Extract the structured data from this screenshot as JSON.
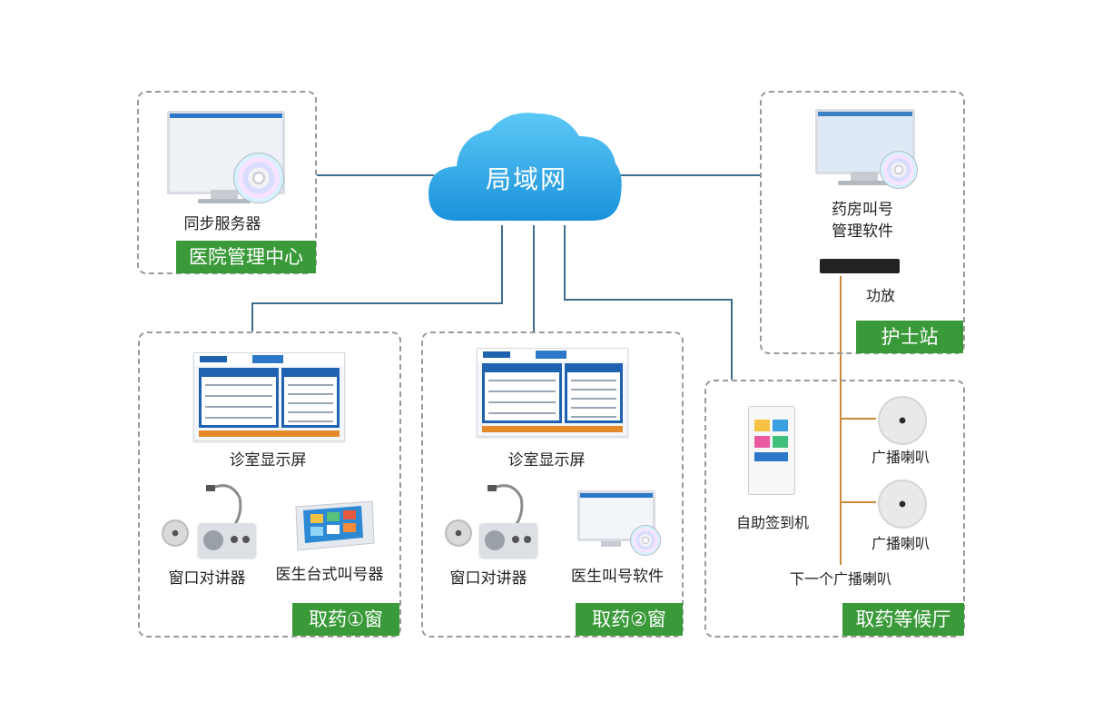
{
  "cloud": {
    "label": "局域网"
  },
  "zones": {
    "hospital_center": {
      "label": "医院管理中心"
    },
    "nurse_station": {
      "label": "护士站"
    },
    "window1": {
      "label": "取药①窗"
    },
    "window2": {
      "label": "取药②窗"
    },
    "waiting_hall": {
      "label": "取药等候厅"
    }
  },
  "captions": {
    "sync_server": "同步服务器",
    "pharmacy_software_line1": "药房叫号",
    "pharmacy_software_line2": "管理软件",
    "amplifier": "功放",
    "display1": "诊室显示屏",
    "display2": "诊室显示屏",
    "intercom1": "窗口对讲器",
    "intercom2": "窗口对讲器",
    "desk_caller": "医生台式叫号器",
    "doctor_software": "医生叫号软件",
    "kiosk": "自助签到机",
    "speaker1": "广播喇叭",
    "speaker2": "广播喇叭",
    "next_speaker": "下一个广播喇叭"
  },
  "colors": {
    "link_line": "#3d6e8e",
    "audio_line": "#c98a3a",
    "zone_label_bg": "#3a9a3a",
    "cloud": "#28a9e6"
  }
}
